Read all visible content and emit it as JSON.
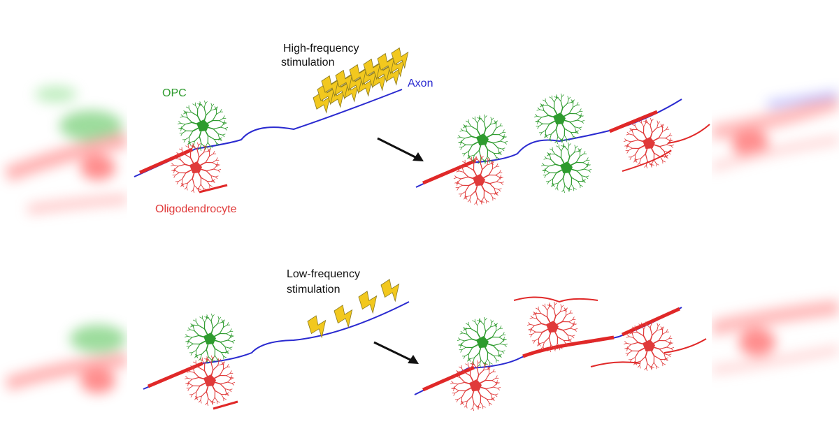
{
  "labels": {
    "opc": "OPC",
    "oligodendrocyte": "Oligodendrocyte",
    "axon": "Axon",
    "high_freq_line1": "High-frequency",
    "high_freq_line2": "stimulation",
    "low_freq_line1": "Low-frequency",
    "low_freq_line2": "stimulation"
  },
  "colors": {
    "opc": "#2e9b2e",
    "oligodendrocyte": "#e03a3a",
    "axon": "#2a2ad0",
    "myelin": "#e02828",
    "lightning_fill": "#f2c81e",
    "lightning_stroke": "#8a7a20",
    "arrow": "#111111",
    "text": "#111111"
  },
  "icons": {
    "stimulus": "lightning-bolt-icon",
    "transition": "arrow-right-icon"
  }
}
